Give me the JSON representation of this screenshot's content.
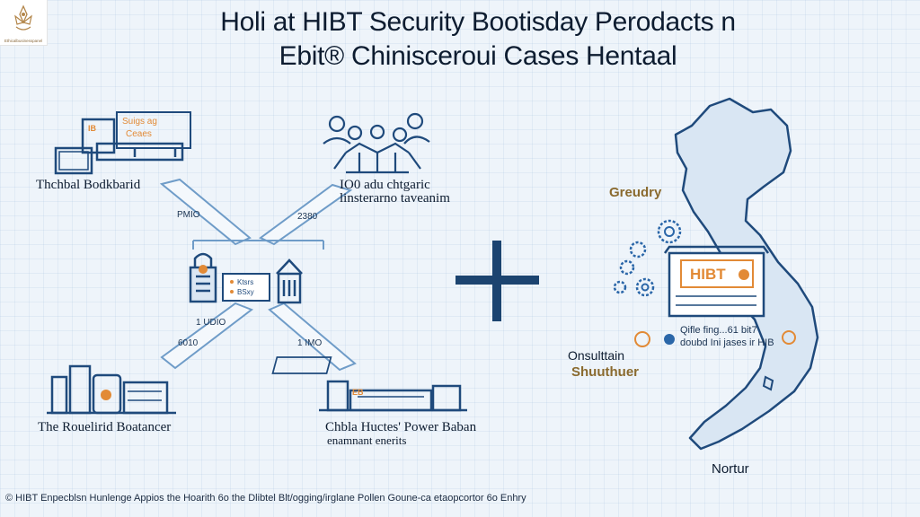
{
  "logo": {
    "caption": "Ethicalbusinesspanel"
  },
  "title": {
    "line1": "Holi at HIBT Security Bootisday Perodacts n",
    "line2": "Ebit® Chinisceroui Cases Hentaal"
  },
  "left_diagram": {
    "top_left_label": "Thchbal Bodkbarid",
    "top_right_label_1": "IO0 adu chtgaric",
    "top_right_label_2": "linsterarno taveanim",
    "bottom_left_label": "The Rouelirid Boatancer",
    "bottom_right_label_1": "Chbla Huctes' Power Baban",
    "bottom_right_label_2": "enamnant enerits",
    "arrow_labels": [
      "PMIO",
      "2380",
      "1 UDIO",
      "6010",
      "1 IMO"
    ],
    "center_card": [
      "Ktsrs",
      "BSxy"
    ],
    "bookboard_sign": [
      "Suigs ag",
      "Ceaes"
    ],
    "bookboard_tile": "IB",
    "power_tile": "EB"
  },
  "plus_sign": "+",
  "right_map": {
    "label_top": "Greudry",
    "hibt_box": "HIBT",
    "note_line1": "Qifle fing...61 bit7",
    "note_line2": "doubd Ini jases ir HIB",
    "label_left_1": "Onsulttain",
    "label_left_2": "Shuuthuer",
    "label_bottom": "Nortur"
  },
  "footer": "© HIBT Enpecblsn Hunlenge Appios the Hoarith 6o the Dlibtel Blt/ogging/irglane Pollen Goune-ca etaopcortor 6o Enhry",
  "colors": {
    "accent_blue": "#1f4a7c",
    "line_blue": "#6f9cc8",
    "orange": "#e28a36",
    "map_fill": "#d9e6f3"
  }
}
